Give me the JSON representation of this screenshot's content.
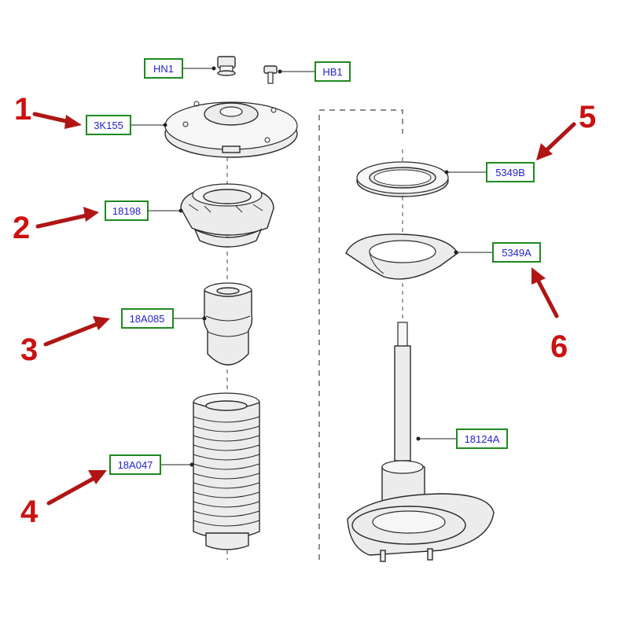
{
  "labels": {
    "hn1": "HN1",
    "hb1": "HB1",
    "p3k155": "3K155",
    "p18198": "18198",
    "p18a085": "18A085",
    "p18a047": "18A047",
    "p5349b": "5349B",
    "p5349a": "5349A",
    "p18124a": "18124A"
  },
  "callouts": {
    "c1": "1",
    "c2": "2",
    "c3": "3",
    "c4": "4",
    "c5": "5",
    "c6": "6"
  },
  "colors": {
    "label_border": "#1f8a1f",
    "label_text": "#2222cc",
    "callout": "#cc1111"
  }
}
